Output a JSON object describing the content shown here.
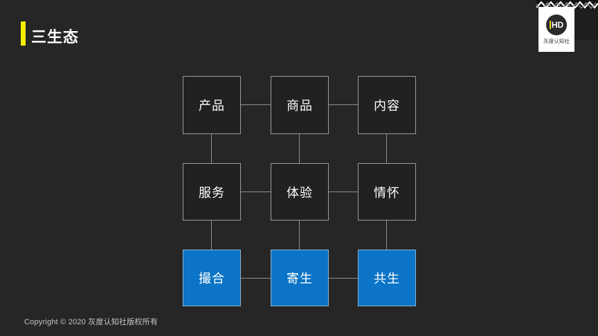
{
  "header": {
    "title": "三生态"
  },
  "logo": {
    "mark": "HD",
    "name": "灰度认知社"
  },
  "footer": {
    "copyright": "Copyright © 2020 灰度认知社版权所有"
  },
  "colors": {
    "background": "#262626",
    "accent_yellow": "#f7ef00",
    "node_dark_fill": "#212124",
    "node_border": "#9d9d9d",
    "connector": "#909090",
    "node_blue_fill": "#0b74c6",
    "node_blue_border": "#8ab4d6"
  },
  "grid": {
    "rows": [
      {
        "style": "dark",
        "cells": [
          {
            "label": "产品"
          },
          {
            "label": "商品"
          },
          {
            "label": "内容"
          }
        ]
      },
      {
        "style": "dark",
        "cells": [
          {
            "label": "服务"
          },
          {
            "label": "体验"
          },
          {
            "label": "情怀"
          }
        ]
      },
      {
        "style": "blue",
        "cells": [
          {
            "label": "撮合"
          },
          {
            "label": "寄生"
          },
          {
            "label": "共生"
          }
        ]
      }
    ]
  }
}
